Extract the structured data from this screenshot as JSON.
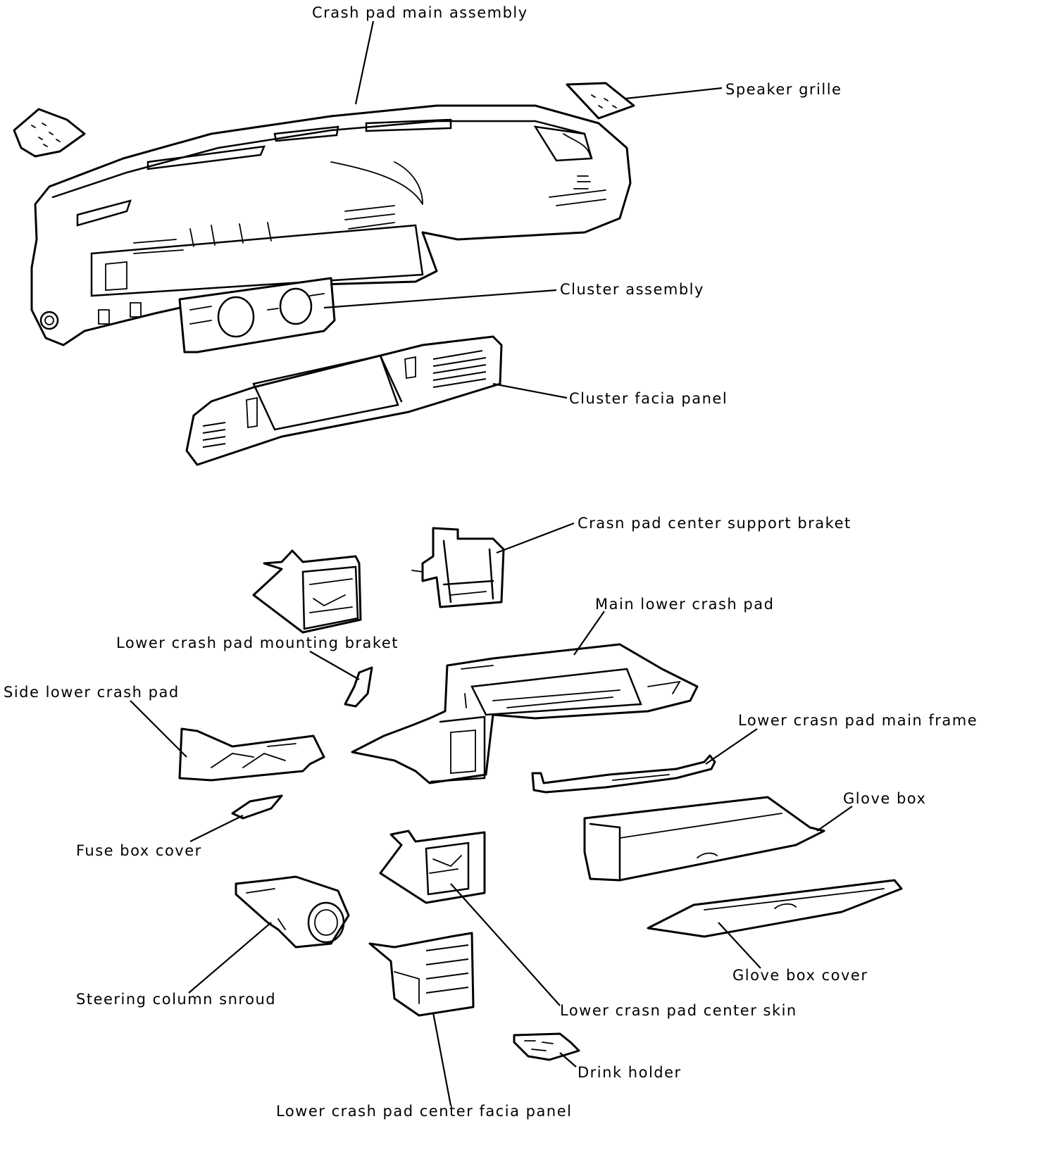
{
  "labels": {
    "crash_pad_main_assembly": "Crash pad main assembly",
    "speaker_grille": "Speaker grille",
    "cluster_assembly": "Cluster assembly",
    "cluster_facia_panel": "Cluster facia panel",
    "crash_pad_center_support_braket": "Crasn pad center support braket",
    "main_lower_crash_pad": "Main lower crash pad",
    "lower_crash_pad_mounting_braket": "Lower crash pad mounting braket",
    "side_lower_crash_pad": "Side lower crash pad",
    "lower_crash_pad_main_frame": "Lower crasn pad main frame",
    "glove_box": "Glove box",
    "fuse_box_cover": "Fuse box cover",
    "glove_box_cover": "Glove box cover",
    "steering_column_shroud": "Steering column snroud",
    "lower_crash_pad_center_skin": "Lower crasn pad center skin",
    "drink_holder": "Drink holder",
    "lower_crash_pad_center_facia_panel": "Lower crash pad center facia panel"
  }
}
